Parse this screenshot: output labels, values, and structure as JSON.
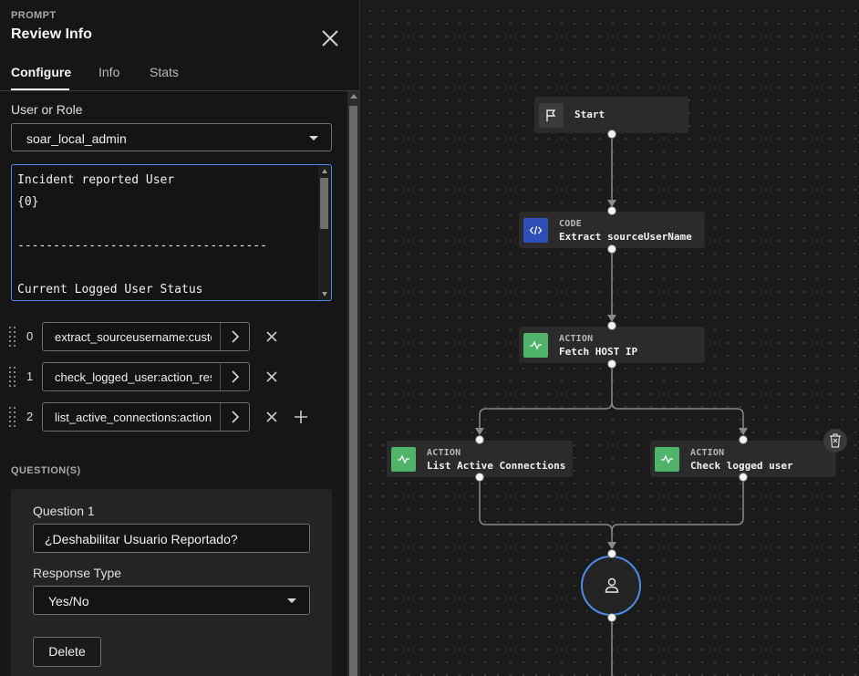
{
  "panel": {
    "eyebrow": "PROMPT",
    "title": "Review Info",
    "tabs": [
      {
        "label": "Configure",
        "active": true
      },
      {
        "label": "Info",
        "active": false
      },
      {
        "label": "Stats",
        "active": false
      }
    ],
    "user_role": {
      "label": "User or Role",
      "value": "soar_local_admin"
    },
    "message_lines": [
      "Incident reported User",
      "{0}",
      "",
      "-----------------------------------",
      "",
      "Current Logged User Status"
    ],
    "parameters": [
      {
        "index": "0",
        "value": "extract_sourceusername:custom_function:sourceUserName"
      },
      {
        "index": "1",
        "value": "check_logged_user:action_result.data"
      },
      {
        "index": "2",
        "value": "list_active_connections:action_result.data"
      }
    ],
    "questions_heading": "QUESTION(S)",
    "question": {
      "title": "Question 1",
      "text": "¿Deshabilitar Usuario Reportado?",
      "response_type_label": "Response Type",
      "response_type": "Yes/No",
      "delete_label": "Delete"
    }
  },
  "canvas": {
    "nodes": {
      "start": {
        "kind": "",
        "name": "Start"
      },
      "code": {
        "kind": "CODE",
        "name": "Extract sourceUserName"
      },
      "fetch": {
        "kind": "ACTION",
        "name": "Fetch HOST IP"
      },
      "list": {
        "kind": "ACTION",
        "name": "List Active Connections"
      },
      "check": {
        "kind": "ACTION",
        "name": "Check logged user"
      }
    },
    "colors": {
      "code_accent": "#2f4fb8",
      "action_accent": "#4fb36a",
      "selected_border": "#4d8de8"
    },
    "icons": [
      "flag-icon",
      "code-icon",
      "activity-icon",
      "user-icon",
      "trash-icon"
    ]
  }
}
